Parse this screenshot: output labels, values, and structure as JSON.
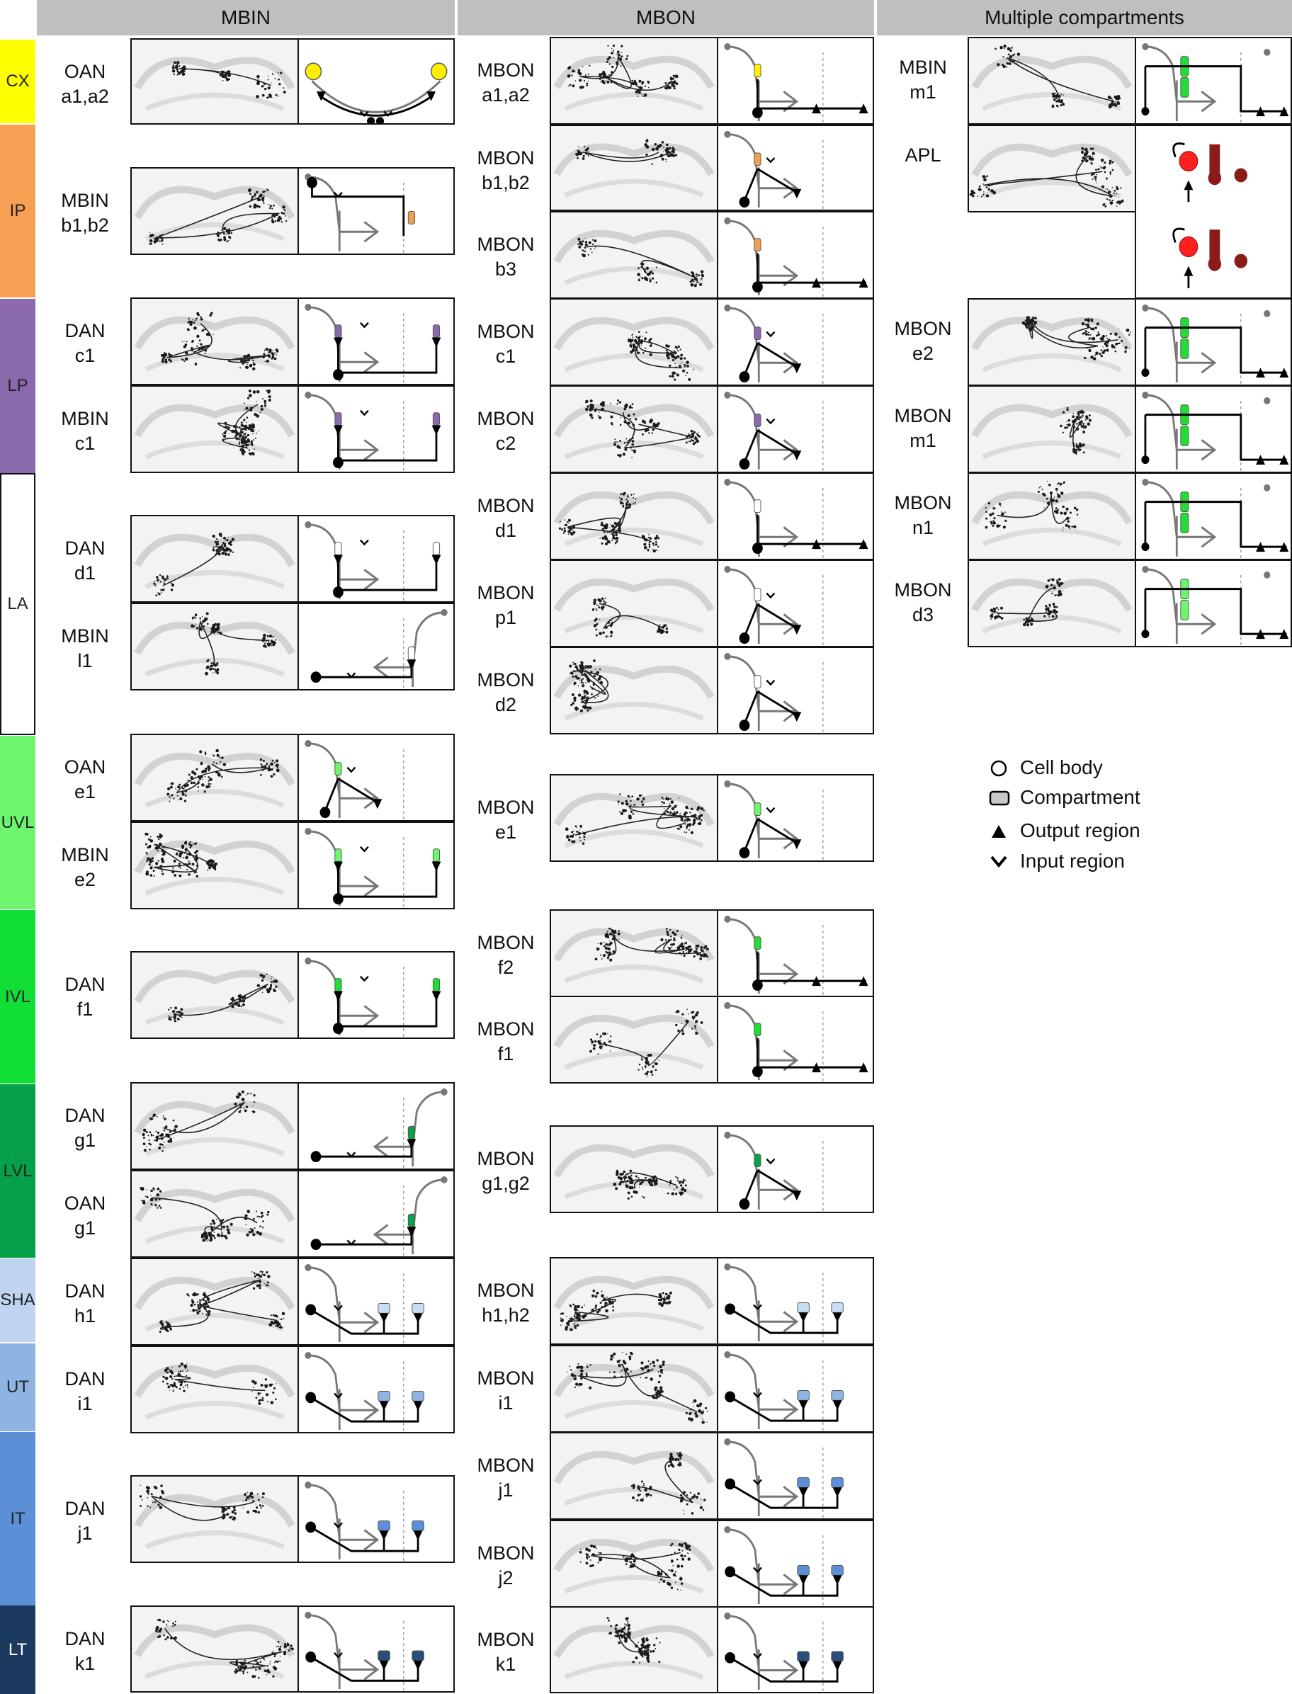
{
  "headers": {
    "mbin": "MBIN",
    "mbon": "MBON",
    "multi": "Multiple compartments"
  },
  "bands": [
    {
      "label": "CX",
      "color": "#ffff00"
    },
    {
      "label": "IP",
      "color": "#f7a054"
    },
    {
      "label": "LP",
      "color": "#8a69ad"
    },
    {
      "label": "LA",
      "color": "#ffffff"
    },
    {
      "label": "UVL",
      "color": "#6ef56e"
    },
    {
      "label": "IVL",
      "color": "#12de38"
    },
    {
      "label": "LVL",
      "color": "#07a04a"
    },
    {
      "label": "SHA",
      "color": "#bfd5ef"
    },
    {
      "label": "UT",
      "color": "#8db4e2"
    },
    {
      "label": "IT",
      "color": "#5b8fd6"
    },
    {
      "label": "LT",
      "color": "#1c3a60"
    }
  ],
  "mbin_rows": [
    {
      "l1": "OAN",
      "l2": "a1,a2",
      "color": "#ffee00",
      "kind": "arch"
    },
    {
      "l1": "MBIN",
      "l2": "b1,b2",
      "color": "#f0a050",
      "kind": "br"
    },
    {
      "l1": "DAN",
      "l2": "c1",
      "color": "#8a69ad",
      "kind": "bil"
    },
    {
      "l1": "MBIN",
      "l2": "c1",
      "color": "#8a69ad",
      "kind": "bil"
    },
    {
      "l1": "DAN",
      "l2": "d1",
      "color": "#ffffff",
      "kind": "bil"
    },
    {
      "l1": "MBIN",
      "l2": "l1",
      "color": "#ffffff",
      "kind": "ri"
    },
    {
      "l1": "OAN",
      "l2": "e1",
      "color": "#6ef56e",
      "kind": "uni"
    },
    {
      "l1": "MBIN",
      "l2": "e2",
      "color": "#6ef56e",
      "kind": "bil"
    },
    {
      "l1": "DAN",
      "l2": "f1",
      "color": "#22dd33",
      "kind": "bil"
    },
    {
      "l1": "DAN",
      "l2": "g1",
      "color": "#0ca04a",
      "kind": "ri"
    },
    {
      "l1": "OAN",
      "l2": "g1",
      "color": "#0ca04a",
      "kind": "ri"
    },
    {
      "l1": "DAN",
      "l2": "h1",
      "color": "#c8dcf4",
      "kind": "ped"
    },
    {
      "l1": "DAN",
      "l2": "i1",
      "color": "#8db4e2",
      "kind": "ped"
    },
    {
      "l1": "DAN",
      "l2": "j1",
      "color": "#5b8fd6",
      "kind": "ped"
    },
    {
      "l1": "DAN",
      "l2": "k1",
      "color": "#2a4d7a",
      "kind": "ped"
    }
  ],
  "mbon_rows": [
    {
      "l1": "MBON",
      "l2": "a1,a2",
      "color": "#ffee00",
      "kind": "out"
    },
    {
      "l1": "MBON",
      "l2": "b1,b2",
      "color": "#f0a050",
      "kind": "uni"
    },
    {
      "l1": "MBON",
      "l2": "b3",
      "color": "#f0a050",
      "kind": "out"
    },
    {
      "l1": "MBON",
      "l2": "c1",
      "color": "#8a69ad",
      "kind": "uni"
    },
    {
      "l1": "MBON",
      "l2": "c2",
      "color": "#8a69ad",
      "kind": "uni"
    },
    {
      "l1": "MBON",
      "l2": "d1",
      "color": "#ffffff",
      "kind": "out"
    },
    {
      "l1": "MBON",
      "l2": "p1",
      "color": "#ffffff",
      "kind": "uni"
    },
    {
      "l1": "MBON",
      "l2": "d2",
      "color": "#ffffff",
      "kind": "uni"
    },
    {
      "l1": "MBON",
      "l2": "e1",
      "color": "#6ef56e",
      "kind": "uni"
    },
    {
      "l1": "MBON",
      "l2": "f2",
      "color": "#22dd33",
      "kind": "out"
    },
    {
      "l1": "MBON",
      "l2": "f1",
      "color": "#22dd33",
      "kind": "out"
    },
    {
      "l1": "MBON",
      "l2": "g1,g2",
      "color": "#0ca04a",
      "kind": "uni"
    },
    {
      "l1": "MBON",
      "l2": "h1,h2",
      "color": "#c8dcf4",
      "kind": "ped"
    },
    {
      "l1": "MBON",
      "l2": "i1",
      "color": "#8db4e2",
      "kind": "ped"
    },
    {
      "l1": "MBON",
      "l2": "j1",
      "color": "#5b8fd6",
      "kind": "ped"
    },
    {
      "l1": "MBON",
      "l2": "j2",
      "color": "#5b8fd6",
      "kind": "ped"
    },
    {
      "l1": "MBON",
      "l2": "k1",
      "color": "#2a4d7a",
      "kind": "ped"
    }
  ],
  "multi_rows": [
    {
      "l1": "MBIN",
      "l2": "m1",
      "color": "#22dd33",
      "kind": "multi"
    },
    {
      "l1": "APL",
      "l2": "",
      "color": "#22dd33",
      "kind": "apl"
    },
    {
      "l1": "MBON",
      "l2": "e2",
      "color": "#22dd33",
      "kind": "multi"
    },
    {
      "l1": "MBON",
      "l2": "m1",
      "color": "#22dd33",
      "kind": "multi"
    },
    {
      "l1": "MBON",
      "l2": "n1",
      "color": "#22dd33",
      "kind": "multi"
    },
    {
      "l1": "MBON",
      "l2": "d3",
      "color": "#6ef56e",
      "kind": "multi"
    }
  ],
  "legend": [
    {
      "sym": "circle",
      "text": "Cell body"
    },
    {
      "sym": "rect",
      "text": "Compartment"
    },
    {
      "sym": "triangle",
      "text": "Output region"
    },
    {
      "sym": "chevron",
      "text": "Input region"
    }
  ]
}
